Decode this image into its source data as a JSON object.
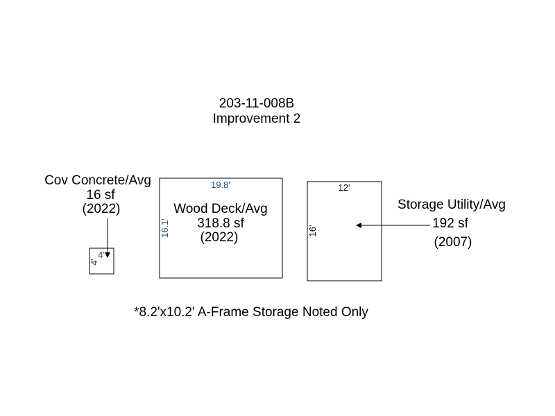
{
  "header": {
    "parcel_id": "203-11-008B",
    "improvement": "Improvement 2"
  },
  "colors": {
    "line": "#000000",
    "dimension_text": "#1f4e79",
    "dimension_text_dark": "#000000"
  },
  "structures": {
    "cov_concrete": {
      "name": "Cov Concrete/Avg",
      "area": "16 sf",
      "year": "(2022)",
      "width_dim": "4'",
      "height_dim": "4'"
    },
    "wood_deck": {
      "name": "Wood Deck/Avg",
      "area": "318.8 sf",
      "year": "(2022)",
      "width_dim": "19.8'",
      "height_dim": "16.1'"
    },
    "storage_utility": {
      "name": "Storage Utility/Avg",
      "area": "192 sf",
      "year": "(2007)",
      "width_dim": "12'",
      "height_dim": "16'"
    }
  },
  "footnote": "*8.2'x10.2' A-Frame Storage Noted Only"
}
